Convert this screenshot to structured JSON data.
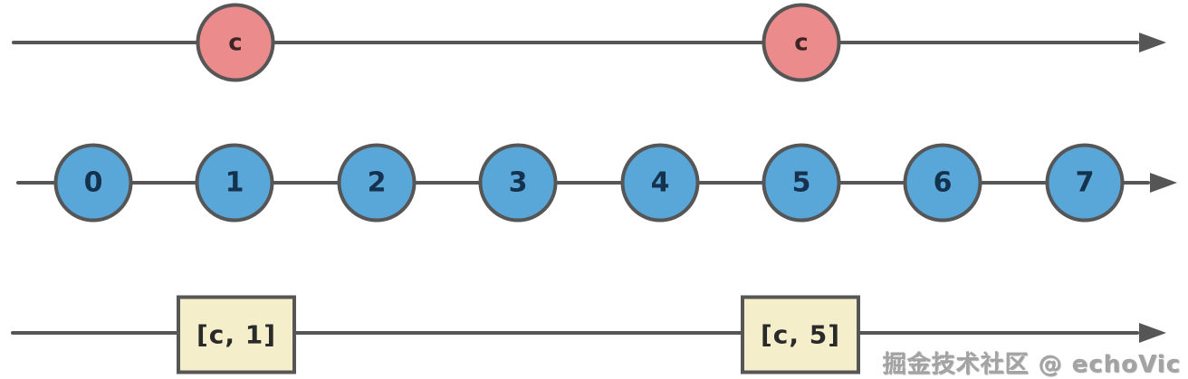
{
  "diagram": {
    "background": "#ffffff",
    "colors": {
      "line": "#565656",
      "stroke": "#565656",
      "event_fill": "#ec8b8b",
      "number_fill": "#59a6d9",
      "box_fill": "#f5eecb"
    },
    "events_timeline": {
      "nodes": [
        {
          "label": "c"
        },
        {
          "label": "c"
        }
      ]
    },
    "number_line": {
      "nodes": [
        {
          "label": "0"
        },
        {
          "label": "1"
        },
        {
          "label": "2"
        },
        {
          "label": "3"
        },
        {
          "label": "4"
        },
        {
          "label": "5"
        },
        {
          "label": "6"
        },
        {
          "label": "7"
        }
      ]
    },
    "pairs_timeline": {
      "nodes": [
        {
          "label": "[c, 1]"
        },
        {
          "label": "[c, 5]"
        }
      ]
    },
    "watermark": "掘金技术社区 @ echoVic"
  }
}
